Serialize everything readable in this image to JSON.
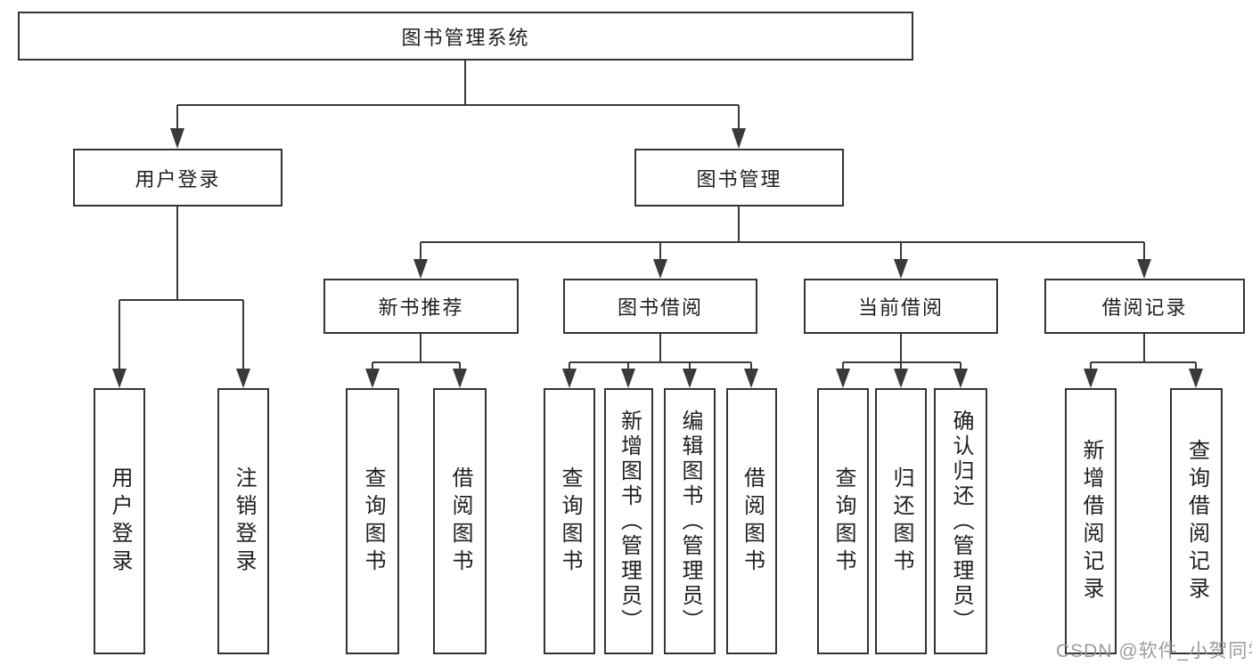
{
  "diagram_title": "图书管理系统",
  "nodes": [
    {
      "id": "root",
      "label": "图书管理系统",
      "level": 1,
      "parent": null
    },
    {
      "id": "user-login",
      "label": "用户登录",
      "level": 2,
      "parent": "root"
    },
    {
      "id": "book-management",
      "label": "图书管理",
      "level": 2,
      "parent": "root"
    },
    {
      "id": "new-book-recommend",
      "label": "新书推荐",
      "level": 3,
      "parent": "book-management"
    },
    {
      "id": "book-borrow",
      "label": "图书借阅",
      "level": 3,
      "parent": "book-management"
    },
    {
      "id": "current-borrow",
      "label": "当前借阅",
      "level": 3,
      "parent": "book-management"
    },
    {
      "id": "borrow-record",
      "label": "借阅记录",
      "level": 3,
      "parent": "book-management"
    },
    {
      "id": "leaf-user-login",
      "label": "用户登录",
      "level": 4,
      "parent": "user-login"
    },
    {
      "id": "leaf-logout",
      "label": "注销登录",
      "level": 4,
      "parent": "user-login"
    },
    {
      "id": "leaf-nbr-query",
      "label": "查询图书",
      "level": 4,
      "parent": "new-book-recommend"
    },
    {
      "id": "leaf-nbr-borrow",
      "label": "借阅图书",
      "level": 4,
      "parent": "new-book-recommend"
    },
    {
      "id": "leaf-bb-query",
      "label": "查询图书",
      "level": 4,
      "parent": "book-borrow"
    },
    {
      "id": "leaf-bb-add",
      "label": "新增图书（管理员）",
      "level": 4,
      "parent": "book-borrow"
    },
    {
      "id": "leaf-bb-edit",
      "label": "编辑图书（管理员）",
      "level": 4,
      "parent": "book-borrow"
    },
    {
      "id": "leaf-bb-borrow",
      "label": "借阅图书",
      "level": 4,
      "parent": "book-borrow"
    },
    {
      "id": "leaf-cb-query",
      "label": "查询图书",
      "level": 4,
      "parent": "current-borrow"
    },
    {
      "id": "leaf-cb-return",
      "label": "归还图书",
      "level": 4,
      "parent": "current-borrow"
    },
    {
      "id": "leaf-cb-confirm",
      "label": "确认归还（管理员）",
      "level": 4,
      "parent": "current-borrow"
    },
    {
      "id": "leaf-br-add",
      "label": "新增借阅记录",
      "level": 4,
      "parent": "borrow-record"
    },
    {
      "id": "leaf-br-query",
      "label": "查询借阅记录",
      "level": 4,
      "parent": "borrow-record"
    }
  ],
  "watermark": {
    "text": "CSDN @软件_小贺同学"
  },
  "colors": {
    "background": "#ffffff",
    "box_border": "#343434",
    "connector_line": "#3a3a3a",
    "text": "#1f1f1f",
    "watermark": "#949494"
  }
}
